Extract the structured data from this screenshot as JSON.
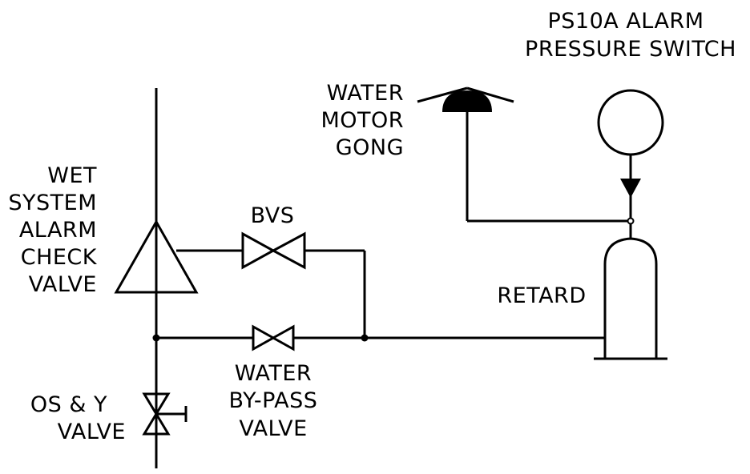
{
  "labels": {
    "pressure_switch": [
      "PS10A ALARM",
      "PRESSURE SWITCH"
    ],
    "water_motor_gong": [
      "WATER",
      "MOTOR",
      "GONG"
    ],
    "check_valve": [
      "WET",
      "SYSTEM",
      "ALARM",
      "CHECK",
      "VALVE"
    ],
    "bvs": "BVS",
    "retard": "RETARD",
    "bypass_valve": [
      "WATER",
      "BY-PASS",
      "VALVE"
    ],
    "os_y_valve": [
      "OS & Y",
      "VALVE"
    ]
  },
  "colors": {
    "line": "#000000",
    "background": "#ffffff"
  }
}
